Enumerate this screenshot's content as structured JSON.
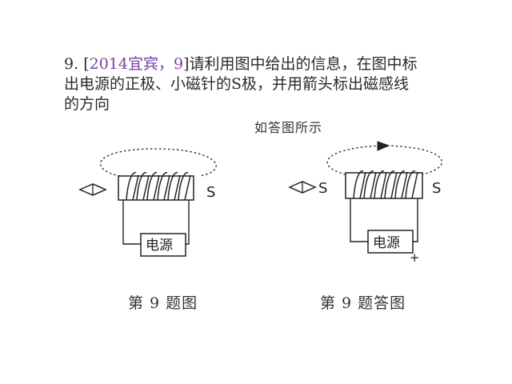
{
  "question": {
    "number": "9.",
    "source_open": "[",
    "source": "2014宜宾，9",
    "source_close": "]",
    "line1_rest": "请利用图中给出的信息，在图中标",
    "line2": "出电源的正极、小磁针的S极，并用箭头标出磁感线",
    "line3": "的方向"
  },
  "answer_caption": "如答图所示",
  "figure1": {
    "pole_right": "S",
    "power_label": "电源",
    "caption": "第 9 题图"
  },
  "figure2": {
    "pole_left": "S",
    "pole_right": "S",
    "power_label": "电源",
    "plus": "+",
    "caption": "第 9 题答图"
  },
  "colors": {
    "text": "#222222",
    "source": "#7a3fa0",
    "line": "#222222"
  },
  "icons": [
    "compass-needle-icon",
    "solenoid-coil",
    "field-line-arrow-icon"
  ]
}
